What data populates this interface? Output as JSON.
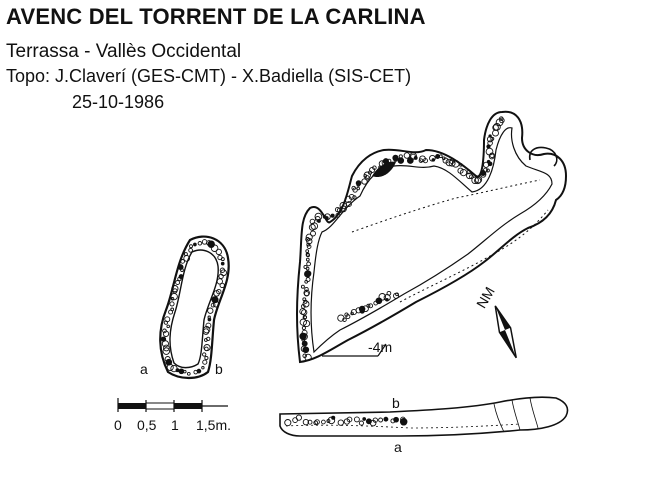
{
  "header": {
    "title": "AVENC DEL TORRENT DE LA CARLINA",
    "location": "Terrassa - Vallès Occidental",
    "survey": "Topo: J.Claverí (GES-CMT) - X.Badiella (SIS-CET)",
    "date": "25-10-1986"
  },
  "section_labels": {
    "cross_a": "a",
    "cross_b": "b",
    "profile_a": "a",
    "profile_b": "b"
  },
  "depth_label": "-4m",
  "north_label": "NM",
  "scale": {
    "ticks": [
      "0",
      "0,5",
      "1",
      "1,5m."
    ]
  },
  "colors": {
    "ink": "#111111",
    "background": "#ffffff"
  }
}
